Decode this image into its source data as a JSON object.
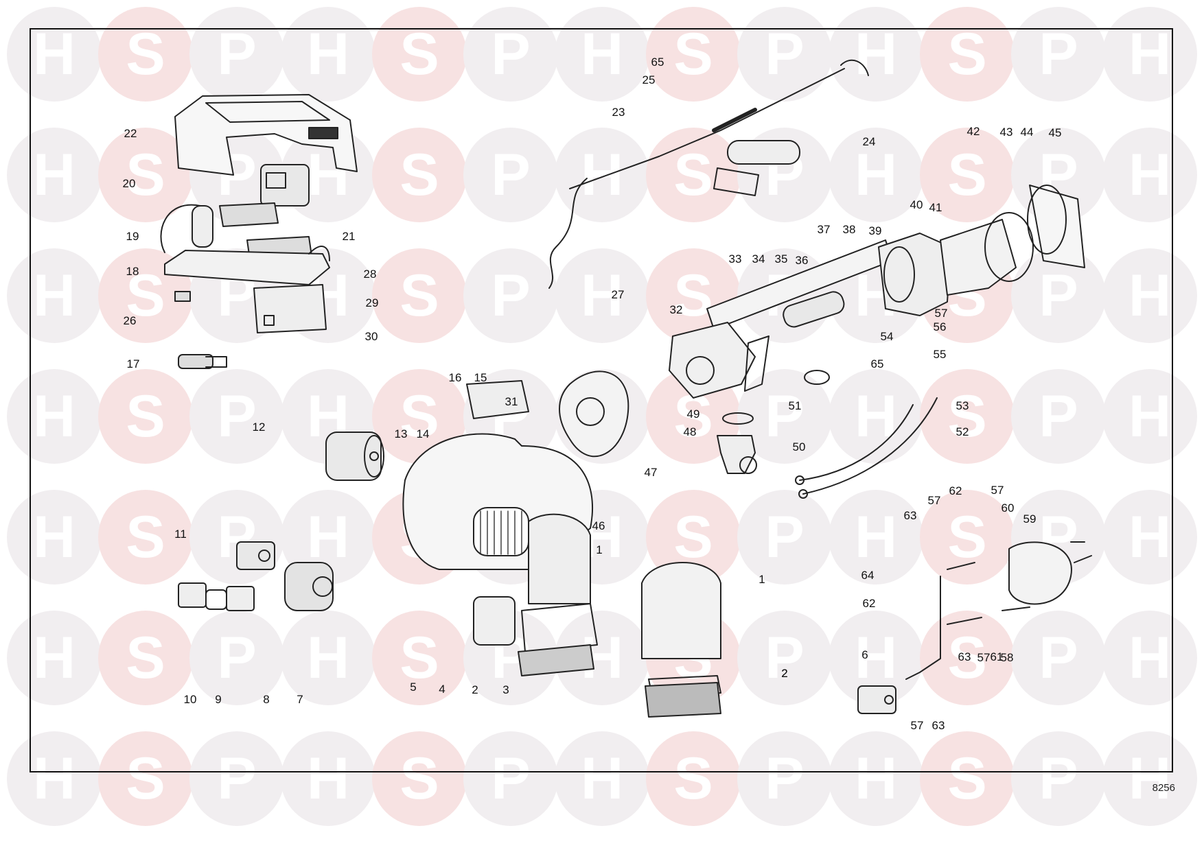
{
  "watermark": {
    "letters": [
      "H",
      "S",
      "P"
    ]
  },
  "drawing_number": "8256",
  "part_labels": [
    "1",
    "1",
    "2",
    "2",
    "2",
    "3",
    "4",
    "5",
    "6",
    "7",
    "8",
    "9",
    "10",
    "11",
    "12",
    "13",
    "14",
    "15",
    "16",
    "17",
    "18",
    "19",
    "20",
    "21",
    "22",
    "23",
    "24",
    "25",
    "26",
    "27",
    "28",
    "29",
    "30",
    "31",
    "32",
    "33",
    "34",
    "35",
    "36",
    "37",
    "38",
    "39",
    "40",
    "41",
    "42",
    "43",
    "44",
    "45",
    "46",
    "47",
    "48",
    "49",
    "50",
    "51",
    "52",
    "53",
    "54",
    "55",
    "56",
    "57",
    "57",
    "57",
    "57",
    "57",
    "58",
    "59",
    "60",
    "61",
    "62",
    "62",
    "63",
    "63",
    "63",
    "64",
    "65",
    "65"
  ],
  "colors": {
    "line": "#222222",
    "watermark_grey": "#f1eef0",
    "watermark_pink": "#f7e2e2"
  }
}
